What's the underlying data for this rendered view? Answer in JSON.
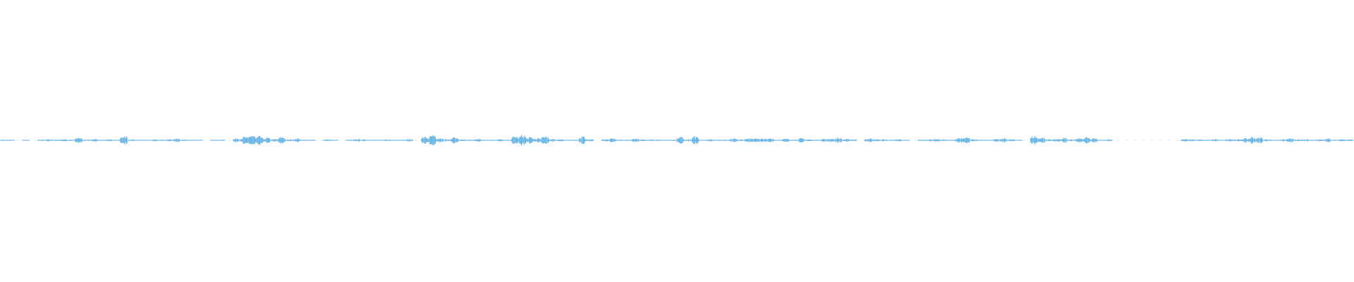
{
  "waveform": {
    "color": "#5aaee3",
    "background": "#ffffff",
    "duration_fraction_silent_gap": [
      0.813,
      0.869
    ],
    "amplitude_envelope": [
      0.05,
      0.02,
      0,
      0.03,
      0,
      0.06,
      0.1,
      0.08,
      0.12,
      0.06,
      0.3,
      0.08,
      0.12,
      0.02,
      0.1,
      0.04,
      0.5,
      0.08,
      0.02,
      0.04,
      0.08,
      0.06,
      0.1,
      0.2,
      0.06,
      0.04,
      0.02,
      0,
      0.02,
      0.06,
      0,
      0.2,
      0.35,
      0.55,
      0.4,
      0.25,
      0.12,
      0.35,
      0.08,
      0.2,
      0.06,
      0.02,
      0,
      0.1,
      0.04,
      0,
      0.05,
      0.12,
      0.08,
      0.06,
      0.04,
      0.08,
      0.02,
      0.05,
      0.12,
      0,
      0.35,
      0.5,
      0.2,
      0.12,
      0.3,
      0.1,
      0.06,
      0.15,
      0.04,
      0.05,
      0.1,
      0.02,
      0.4,
      0.55,
      0.3,
      0.2,
      0.5,
      0.15,
      0.1,
      0.05,
      0.06,
      0.35,
      0.1,
      0,
      0.12,
      0.2,
      0.06,
      0.05,
      0.2,
      0.08,
      0.12,
      0.06,
      0.02,
      0.05,
      0.35,
      0.1,
      0.4,
      0.06,
      0.12,
      0.05,
      0.08,
      0.2,
      0.12,
      0.2,
      0.25,
      0.18,
      0.22,
      0.06,
      0.15,
      0.08,
      0.2,
      0.1,
      0.06,
      0.15,
      0.2,
      0.25,
      0.12,
      0.1,
      0,
      0.2,
      0.12,
      0.1,
      0.05,
      0.1,
      0.02,
      0,
      0.06,
      0.1,
      0.15,
      0.08,
      0.05,
      0.25,
      0.3,
      0.1,
      0.05,
      0.04,
      0.12,
      0.2,
      0.1,
      0.05,
      0,
      0.45,
      0.3,
      0.1,
      0.15,
      0.25,
      0.08,
      0.2,
      0.3,
      0.2,
      0.05,
      0.1,
      0,
      0,
      0,
      0,
      0,
      0,
      0,
      0,
      0,
      0.12,
      0.1,
      0.08,
      0.06,
      0.1,
      0.05,
      0.15,
      0.1,
      0.2,
      0.35,
      0.3,
      0.12,
      0.05,
      0.1,
      0.2,
      0.08,
      0.12,
      0.05,
      0.1,
      0.2,
      0.06,
      0.12,
      0.1
    ]
  }
}
